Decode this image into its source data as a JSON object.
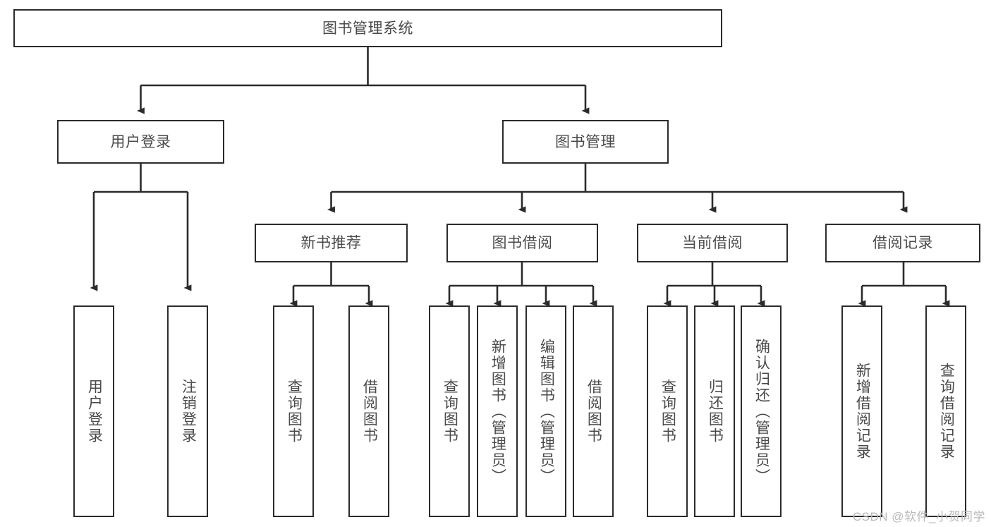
{
  "diagram": {
    "type": "tree-hierarchy",
    "title": "图书管理系统",
    "watermark": "CSDN @软件_小贺同学",
    "colors": {
      "box_border": "#2b2b2b",
      "box_fill": "#ffffff",
      "text": "#4a4a4a",
      "connector": "#2b2b2b",
      "watermark": "#b9b9b9"
    },
    "levels": {
      "root": {
        "label": "图书管理系统"
      },
      "level2": [
        {
          "id": "user-login",
          "label": "用户登录"
        },
        {
          "id": "book-management",
          "label": "图书管理"
        }
      ],
      "level3": [
        {
          "id": "new-book-recommend",
          "label": "新书推荐"
        },
        {
          "id": "book-borrow",
          "label": "图书借阅"
        },
        {
          "id": "current-borrow",
          "label": "当前借阅"
        },
        {
          "id": "borrow-record",
          "label": "借阅记录"
        }
      ],
      "leaves": [
        {
          "id": "leaf-user-login",
          "label": "用户登录",
          "parent": "user-login"
        },
        {
          "id": "leaf-logout-login",
          "label": "注销登录",
          "parent": "user-login"
        },
        {
          "id": "leaf-query-book-1",
          "label": "查询图书",
          "parent": "new-book-recommend"
        },
        {
          "id": "leaf-borrow-book-1",
          "label": "借阅图书",
          "parent": "new-book-recommend"
        },
        {
          "id": "leaf-query-book-2",
          "label": "查询图书",
          "parent": "book-borrow"
        },
        {
          "id": "leaf-add-book",
          "label": "新增图书（管理员）",
          "parent": "book-borrow"
        },
        {
          "id": "leaf-edit-book",
          "label": "编辑图书（管理员）",
          "parent": "book-borrow"
        },
        {
          "id": "leaf-borrow-book-2",
          "label": "借阅图书",
          "parent": "book-borrow"
        },
        {
          "id": "leaf-query-book-3",
          "label": "查询图书",
          "parent": "current-borrow"
        },
        {
          "id": "leaf-return-book",
          "label": "归还图书",
          "parent": "current-borrow"
        },
        {
          "id": "leaf-confirm-return",
          "label": "确认归还（管理员）",
          "parent": "current-borrow"
        },
        {
          "id": "leaf-add-borrow-record",
          "label": "新增借阅记录",
          "parent": "borrow-record"
        },
        {
          "id": "leaf-query-borrow-record",
          "label": "查询借阅记录",
          "parent": "borrow-record"
        }
      ]
    }
  }
}
